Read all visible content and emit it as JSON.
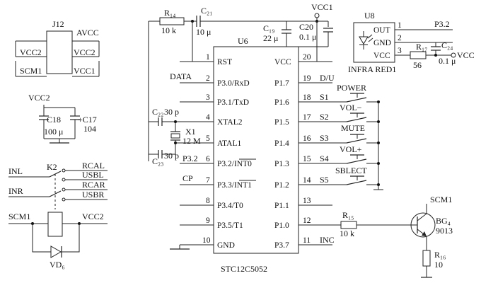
{
  "u6": {
    "ref": "U6",
    "part": "STC12C5052",
    "left_pins": [
      {
        "num": "1",
        "name": "RST"
      },
      {
        "num": "2",
        "name": "P3.0/RxD"
      },
      {
        "num": "3",
        "name": "P3.1/TxD"
      },
      {
        "num": "4",
        "name": "XTAL2"
      },
      {
        "num": "5",
        "name": "ATAL1"
      },
      {
        "num": "6",
        "name": "P3.2/INT0"
      },
      {
        "num": "7",
        "name": "P3.3/INT1"
      },
      {
        "num": "8",
        "name": "P3.4/T0"
      },
      {
        "num": "9",
        "name": "P3.5/T1"
      },
      {
        "num": "10",
        "name": "GND"
      }
    ],
    "right_pins": [
      {
        "num": "20",
        "name": "VCC"
      },
      {
        "num": "19",
        "name": "P1.7"
      },
      {
        "num": "18",
        "name": "P1.6"
      },
      {
        "num": "17",
        "name": "P1.5"
      },
      {
        "num": "16",
        "name": "P1.4"
      },
      {
        "num": "15",
        "name": "P1.3"
      },
      {
        "num": "14",
        "name": "P1.2"
      },
      {
        "num": "13",
        "name": "P1.1"
      },
      {
        "num": "12",
        "name": "P1.0"
      },
      {
        "num": "11",
        "name": "P3.7"
      }
    ]
  },
  "nets": {
    "vcc1": "VCC1",
    "data": "DATA",
    "d_u": "D/U",
    "cp": "CP",
    "p32_left": "P3.2",
    "inc": "INC",
    "vcc_ir": "VCC",
    "p32_ir": "P3.2"
  },
  "buttons": [
    {
      "net": "S1",
      "label": "POWER"
    },
    {
      "net": "S2",
      "label": "VOL−"
    },
    {
      "net": "S3",
      "label": "MUTE"
    },
    {
      "net": "S4",
      "label": "VOL+"
    },
    {
      "net": "S5",
      "label": "SBLECT"
    }
  ],
  "parts": {
    "r14": {
      "ref": "R₁₄",
      "value": "10 k"
    },
    "c21": {
      "ref": "C₂₁",
      "value": "10 μ"
    },
    "c19": {
      "ref": "C₁₉",
      "value": "22 μ"
    },
    "c20": {
      "ref": "C20",
      "value": "0.1 μ"
    },
    "c22": {
      "ref": "C₂₂",
      "value": "30 p"
    },
    "c23": {
      "ref": "C₂₃",
      "value": "30 p"
    },
    "x1": {
      "ref": "X1",
      "value": "12 M"
    },
    "r15": {
      "ref": "R₁₅",
      "value": "10 k"
    },
    "r16": {
      "ref": "R₁₆",
      "value": "10"
    },
    "r17": {
      "ref": "R₁₇",
      "value": "56"
    },
    "c18": {
      "ref": "C18",
      "value": "100 μ"
    },
    "c17": {
      "ref": "+C17",
      "value": "104"
    },
    "c_ir": {
      "ref": "C₂₄",
      "value": "0.1 μ"
    }
  },
  "j12": {
    "ref": "J12",
    "avcc": "AVCC",
    "left": [
      "VCC2",
      "SCM1"
    ],
    "right": [
      "VCC2",
      "VCC1"
    ]
  },
  "vcc2_label": "VCC2",
  "u8": {
    "ref": "U8",
    "name": "INFRA RED1",
    "pins": [
      {
        "num": "1",
        "name": "OUT"
      },
      {
        "num": "2",
        "name": "GND"
      },
      {
        "num": "3",
        "name": "VCC"
      }
    ]
  },
  "k2": {
    "ref": "K2",
    "inputs": [
      "INL",
      "INR"
    ],
    "outputs": [
      "RCAL",
      "USBL",
      "RCAR",
      "USBR"
    ],
    "coil_left": "SCM1",
    "coil_right": "VCC2",
    "diode": "VD₆"
  },
  "transistor": {
    "net": "SCM1",
    "ref": "BG₄",
    "part": "9013"
  }
}
